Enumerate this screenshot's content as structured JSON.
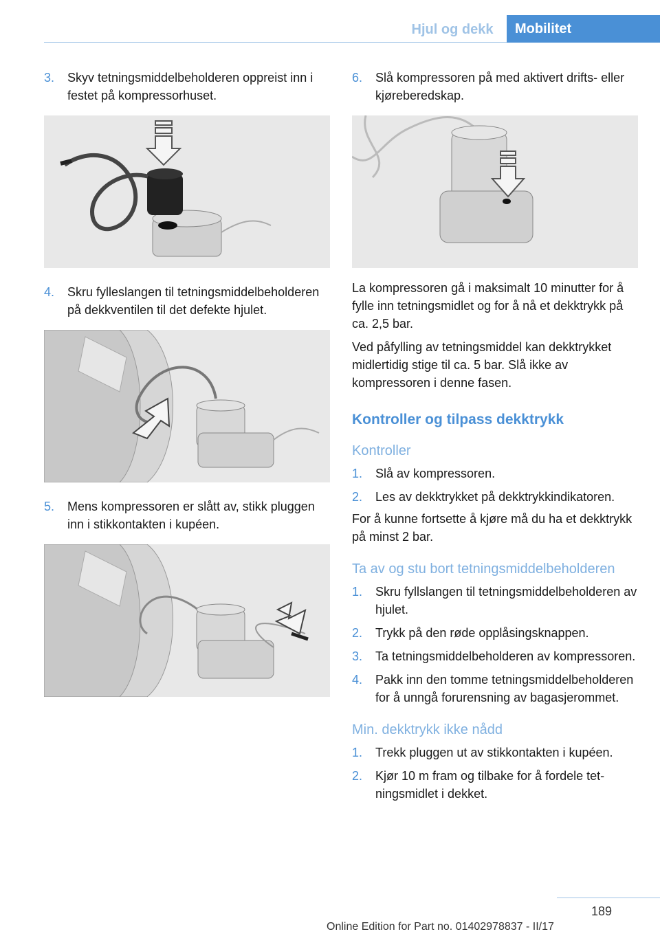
{
  "header": {
    "section_tab": "Hjul og dekk",
    "chapter_tab": "Mobilitet"
  },
  "left": {
    "step3": {
      "num": "3.",
      "text": "Skyv tetningsmiddelbeholderen oppreist inn i festet på kompressorhuset."
    },
    "step4": {
      "num": "4.",
      "text": "Skru fylleslangen til tetningsmiddelbehol­deren på dekkventilen til det defekte hjulet."
    },
    "step5": {
      "num": "5.",
      "text": "Mens kompressoren er slått av, stikk plug­gen inn i stikkontakten i kupéen."
    }
  },
  "right": {
    "step6": {
      "num": "6.",
      "text": "Slå kompressoren på med aktivert drifts- eller kjøreberedskap."
    },
    "para1": "La kompressoren gå i maksimalt 10 minutter for å fylle inn tetningsmidlet og for å nå et dekktrykk på ca. 2,5 bar.",
    "para2": "Ved påfylling av tetningsmiddel kan dekktryk­ket midlertidig stige til ca. 5 bar. Slå ikke av kompressoren i denne fasen.",
    "heading_main": "Kontroller og tilpass dekktrykk",
    "heading_check": "Kontroller",
    "check_steps": [
      {
        "num": "1.",
        "text": "Slå av kompressoren."
      },
      {
        "num": "2.",
        "text": "Les av dekktrykket på dekktrykkindikato­ren."
      }
    ],
    "para3": "For å kunne fortsette å kjøre må du ha et dekk­trykk på minst 2 bar.",
    "heading_remove": "Ta av og stu bort tetningsmiddelbeholderen",
    "remove_steps": [
      {
        "num": "1.",
        "text": "Skru fyllslangen til tetningsmiddelbeholde­ren av hjulet."
      },
      {
        "num": "2.",
        "text": "Trykk på den røde opplåsingsknappen."
      },
      {
        "num": "3.",
        "text": "Ta tetningsmiddelbeholderen av kompres­soren."
      },
      {
        "num": "4.",
        "text": "Pakk inn den tomme tetningsmiddelbehol­deren for å unngå forurensning av bagasje­rommet."
      }
    ],
    "heading_min": "Min. dekktrykk ikke nådd",
    "min_steps": [
      {
        "num": "1.",
        "text": "Trekk pluggen ut av stikkontakten i ku­péen."
      },
      {
        "num": "2.",
        "text": "Kjør 10 m fram og tilbake for å fordele tet­ningsmidlet i dekket."
      }
    ]
  },
  "footer": {
    "page_number": "189",
    "edition": "Online Edition for Part no. 01402978837 - II/17"
  },
  "colors": {
    "accent": "#4a90d6",
    "accent_light": "#9fc3e6",
    "figure_bg": "#e8e8e8"
  }
}
